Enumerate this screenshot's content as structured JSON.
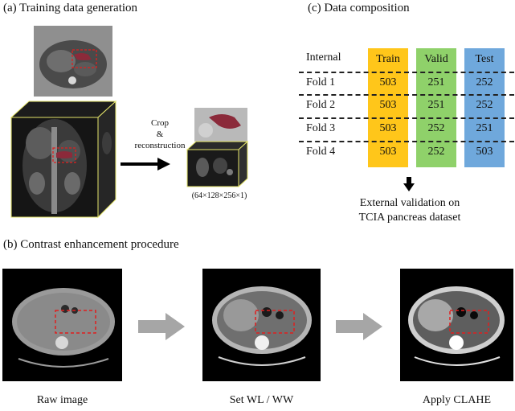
{
  "panel_a": {
    "title": "(a) Training data generation",
    "arrow_label_1": "Crop",
    "arrow_label_2": "&",
    "arrow_label_3": "reconstruction",
    "crop_dims": "(64×128×256×1)"
  },
  "panel_b": {
    "title": "(b) Contrast enhancement procedure",
    "steps": [
      {
        "label": "Raw image"
      },
      {
        "label": "Set WL / WW"
      },
      {
        "label": "Apply CLAHE"
      }
    ]
  },
  "panel_c": {
    "title": "(c) Data composition",
    "header_label": "Internal",
    "columns": [
      {
        "label": "Train",
        "color": "#FFC61A"
      },
      {
        "label": "Valid",
        "color": "#8FD16A"
      },
      {
        "label": "Test",
        "color": "#6FA8DC"
      }
    ],
    "rows": [
      {
        "label": "Fold 1",
        "values": [
          "503",
          "251",
          "252"
        ]
      },
      {
        "label": "Fold 2",
        "values": [
          "503",
          "251",
          "252"
        ]
      },
      {
        "label": "Fold 3",
        "values": [
          "503",
          "252",
          "251"
        ]
      },
      {
        "label": "Fold 4",
        "values": [
          "503",
          "252",
          "503"
        ]
      }
    ],
    "external_line_1": "External validation on",
    "external_line_2": "TCIA pancreas dataset"
  },
  "colors": {
    "roi_dash": "#e01e1e",
    "pancreas_overlay": "#8b2a3a",
    "cube_edge": "#e5e56a",
    "gray_arrow": "#a6a6a6"
  }
}
